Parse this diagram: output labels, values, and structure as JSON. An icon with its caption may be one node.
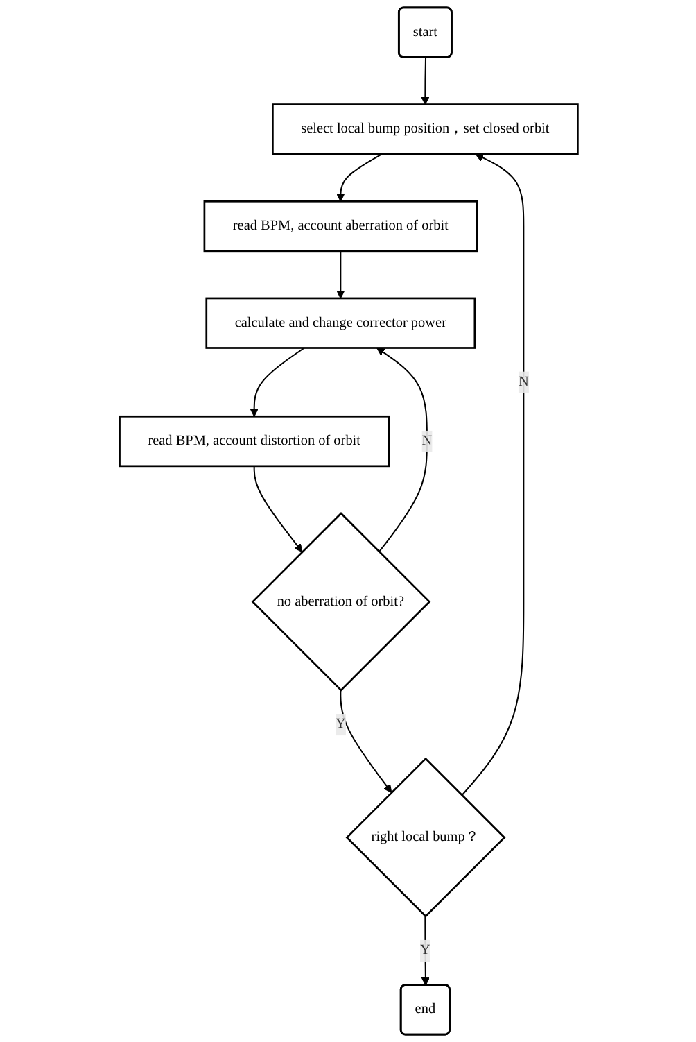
{
  "diagram": {
    "nodes": [
      {
        "text": [
          "start"
        ]
      },
      {
        "text": [
          "select local bump position，set closed orbit"
        ]
      },
      {
        "text": [
          "read BPM, account aberration of orbit"
        ]
      },
      {
        "text": [
          "calculate and change corrector power"
        ]
      },
      {
        "text": [
          "read BPM, account distortion of orbit"
        ]
      },
      {
        "text": [
          "no aberration of orbit?"
        ]
      },
      {
        "text": [
          "right local bump？"
        ]
      },
      {
        "text": [
          "end"
        ]
      }
    ],
    "edges": [
      {
        "from": 0,
        "to": 1,
        "arrow": "to"
      },
      {
        "from": 1,
        "to": 2,
        "arrow": "to"
      },
      {
        "from": 2,
        "to": 3,
        "arrow": "to"
      },
      {
        "from": 3,
        "to": 4,
        "arrow": "to"
      },
      {
        "from": 4,
        "to": 5,
        "arrow": "to"
      },
      {
        "from": 5,
        "to": 3,
        "arrow": "to",
        "label": "N"
      },
      {
        "from": 5,
        "to": 6,
        "arrow": "to",
        "label": "Y"
      },
      {
        "from": 6,
        "to": 1,
        "arrow": "to",
        "label": "N"
      },
      {
        "from": 6,
        "to": 7,
        "arrow": "to",
        "label": "Y"
      }
    ]
  }
}
